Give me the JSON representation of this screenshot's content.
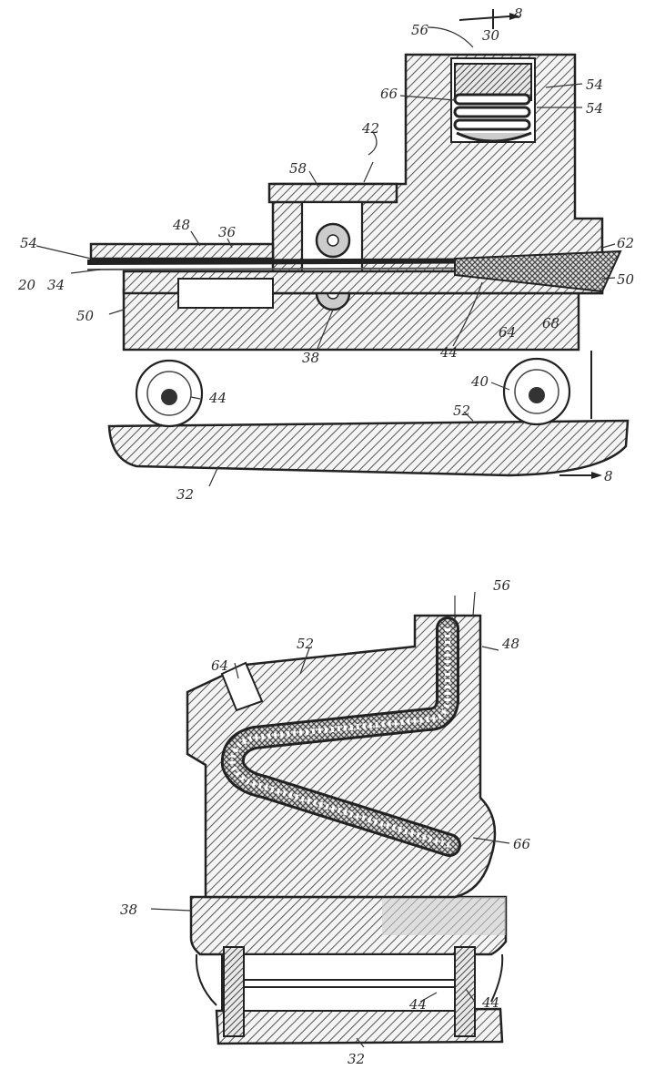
{
  "figure_top": {
    "labels": {
      "l_top": "8",
      "l_56": "56",
      "l_30a": "30",
      "l_66": "66",
      "l_54a": "54",
      "l_54b": "54",
      "l_42": "42",
      "l_58": "58",
      "l_48": "48",
      "l_36": "36",
      "l_62": "62",
      "l_54c": "54",
      "l_20": "20",
      "l_34": "34",
      "l_50a": "50",
      "l_50b": "50",
      "l_38": "38",
      "l_44a": "44",
      "l_44b": "44",
      "l_40": "40",
      "l_52": "52",
      "l_64": "64",
      "l_68": "68",
      "l_32": "32",
      "l_8b": "8"
    }
  },
  "figure_bottom": {
    "labels": {
      "l_56": "56",
      "l_52": "52",
      "l_64": "64",
      "l_48": "48",
      "l_66": "66",
      "l_38": "38",
      "l_44a": "44",
      "l_44b": "44",
      "l_32": "32"
    }
  }
}
